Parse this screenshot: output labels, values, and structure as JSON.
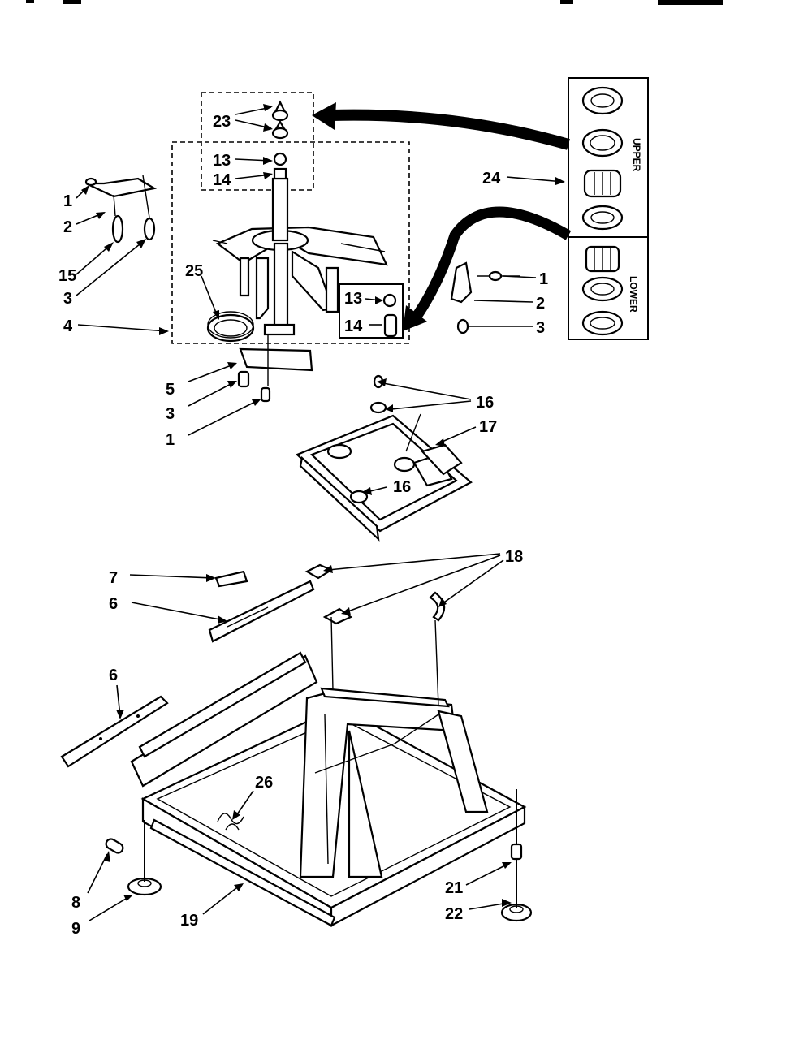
{
  "labels": {
    "l23": "23",
    "l13a": "13",
    "l14a": "14",
    "l24": "24",
    "l1a": "1",
    "l2a": "2",
    "l15": "15",
    "l3a": "3",
    "l25": "25",
    "l4": "4",
    "l13b": "13",
    "l14b": "14",
    "l1b": "1",
    "l2b": "2",
    "l3b": "3",
    "l5": "5",
    "l3c": "3",
    "l1c": "1",
    "l16a": "16",
    "l17": "17",
    "l16b": "16",
    "l18": "18",
    "l7": "7",
    "l6a": "6",
    "l6b": "6",
    "l26": "26",
    "l8": "8",
    "l9": "9",
    "l19": "19",
    "l21": "21",
    "l22": "22",
    "upper": "UPPER",
    "lower": "LOWER"
  }
}
